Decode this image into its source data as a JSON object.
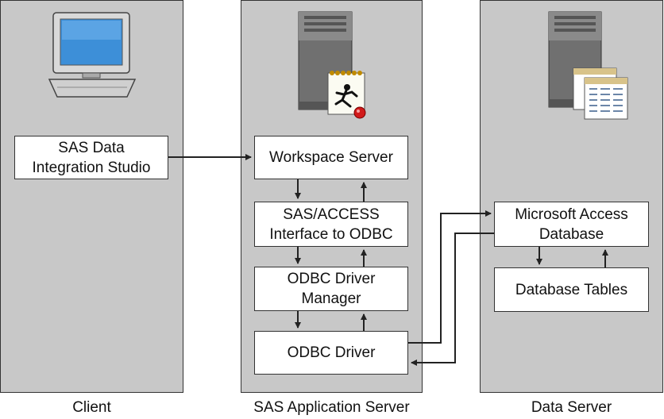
{
  "columns": {
    "client": {
      "caption": "Client"
    },
    "app_server": {
      "caption": "SAS Application Server"
    },
    "data_server": {
      "caption": "Data Server"
    }
  },
  "boxes": {
    "sas_di_studio": "SAS Data\nIntegration Studio",
    "workspace_server": "Workspace Server",
    "sas_access_interface": "SAS/ACCESS\nInterface to ODBC",
    "odbc_driver_manager": "ODBC Driver\nManager",
    "odbc_driver": "ODBC Driver",
    "ms_access_database": "Microsoft Access\nDatabase",
    "database_tables": "Database Tables"
  },
  "icons": {
    "client": "desktop-computer-icon",
    "app_server": "server-tower-with-running-process-icon",
    "data_server": "server-tower-with-database-tables-icon"
  },
  "colors": {
    "panel_fill": "#c8c8c8",
    "box_fill": "#ffffff",
    "line": "#222222"
  }
}
